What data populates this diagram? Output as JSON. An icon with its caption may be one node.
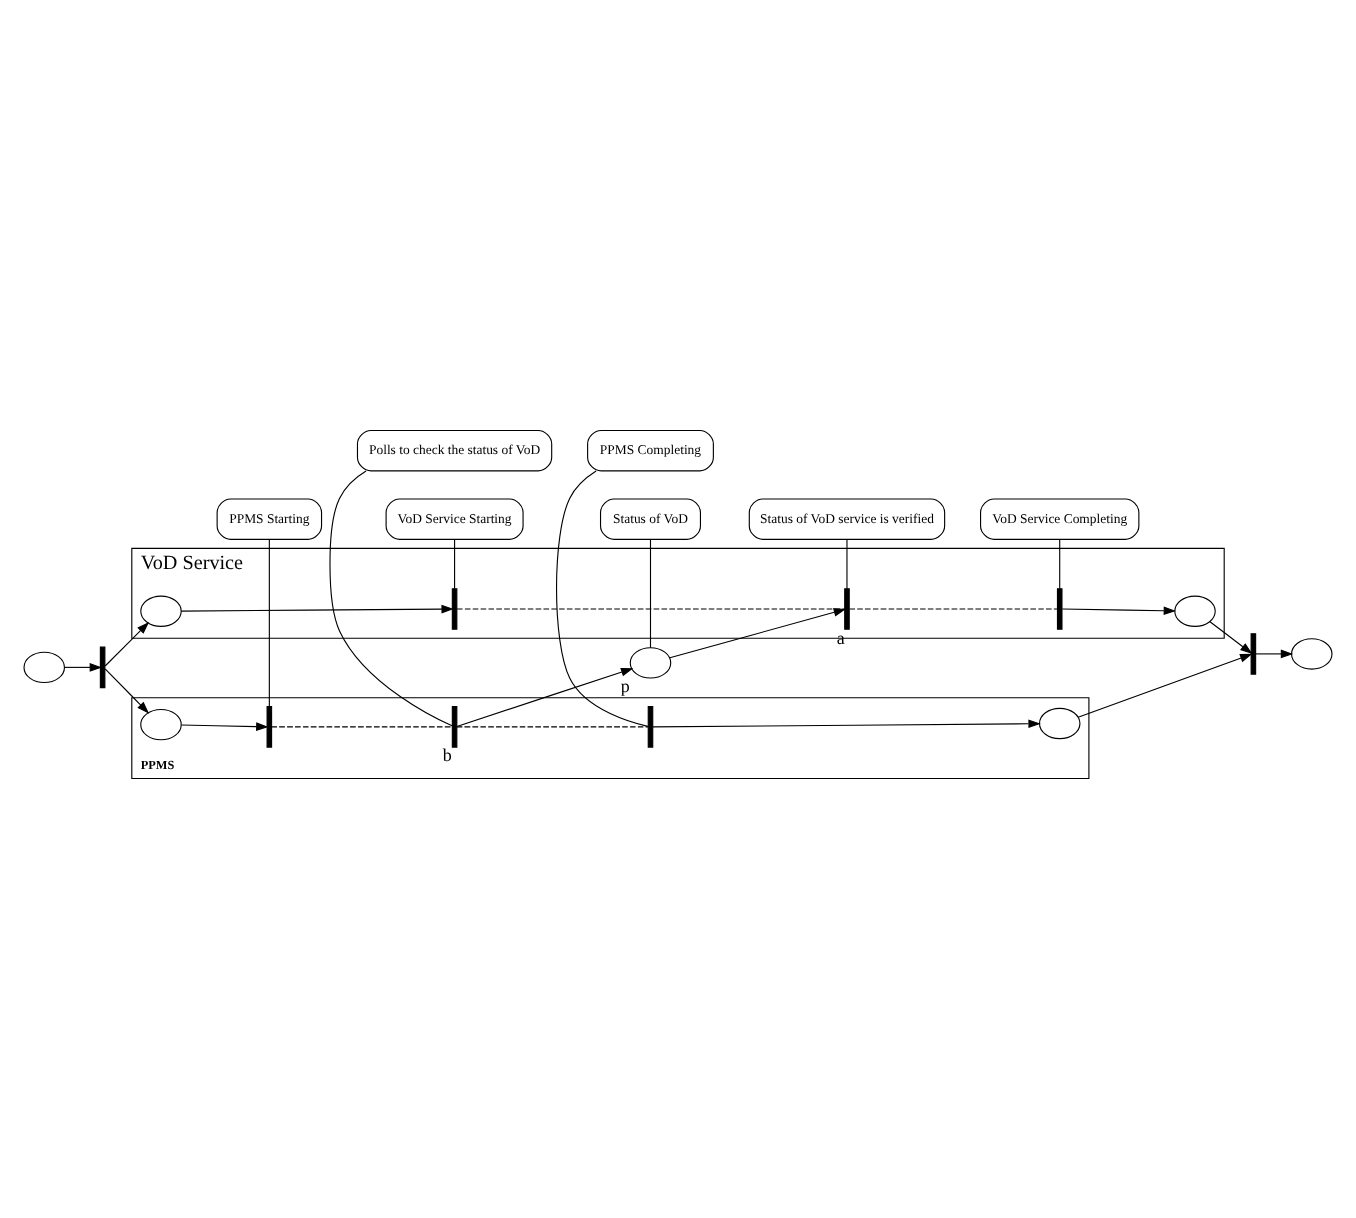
{
  "diagram": {
    "nodes": [
      {
        "text": [
          "VoD Service"
        ]
      },
      {
        "text": [],
        "shape": "circle",
        "in": 0
      },
      {
        "text": [],
        "shape": "bar",
        "in": 0
      },
      {
        "text": [],
        "shape": "bar",
        "in": 0,
        "beside": [
          "a"
        ]
      },
      {
        "text": [],
        "shape": "bar",
        "in": 0
      },
      {
        "text": [],
        "shape": "circle",
        "in": 0
      },
      {
        "text": [],
        "shape": "circle"
      },
      {
        "text": [],
        "shape": "bar"
      },
      {
        "text": [],
        "shape": "circle",
        "beside": [
          "p"
        ]
      },
      {
        "text": [],
        "shape": "bar"
      },
      {
        "text": [],
        "shape": "circle"
      },
      {
        "text": [
          "PPMS"
        ]
      },
      {
        "text": [],
        "shape": "circle",
        "in": 11
      },
      {
        "text": [],
        "shape": "bar",
        "in": 11
      },
      {
        "text": [],
        "shape": "bar",
        "in": 11,
        "beside": [
          "b"
        ]
      },
      {
        "text": [],
        "shape": "bar",
        "in": 11
      },
      {
        "text": [],
        "shape": "circle",
        "in": 11
      },
      {
        "text": [
          "VoD Service Starting"
        ]
      },
      {
        "text": [
          "Status of VoD service is verified"
        ]
      },
      {
        "text": [
          "VoD Service Completing"
        ]
      },
      {
        "text": [
          "Status of VoD"
        ]
      },
      {
        "text": [
          "PPMS Starting"
        ]
      },
      {
        "text": [
          "Polls to check the status of VoD"
        ]
      },
      {
        "text": [
          "PPMS Completing"
        ]
      }
    ],
    "edges": [
      {
        "from": 6,
        "to": 7,
        "arrow": "to"
      },
      {
        "from": 7,
        "to": 1,
        "arrow": "to"
      },
      {
        "from": 7,
        "to": 12,
        "arrow": "to"
      },
      {
        "from": 1,
        "to": 2,
        "arrow": "to"
      },
      {
        "from": 2,
        "to": 3,
        "arrow": "none",
        "style": "dashed"
      },
      {
        "from": 3,
        "to": 4,
        "arrow": "none",
        "style": "dashed"
      },
      {
        "from": 4,
        "to": 5,
        "arrow": "to"
      },
      {
        "from": 5,
        "to": 9,
        "arrow": "to"
      },
      {
        "from": 12,
        "to": 13,
        "arrow": "to"
      },
      {
        "from": 13,
        "to": 14,
        "arrow": "none",
        "style": "dashed"
      },
      {
        "from": 14,
        "to": 15,
        "arrow": "none",
        "style": "dashed"
      },
      {
        "from": 15,
        "to": 16,
        "arrow": "to"
      },
      {
        "from": 16,
        "to": 9,
        "arrow": "to"
      },
      {
        "from": 9,
        "to": 10,
        "arrow": "to"
      },
      {
        "from": 8,
        "to": 3,
        "arrow": "to"
      },
      {
        "from": 14,
        "to": 8,
        "arrow": "to"
      },
      {
        "from": 17,
        "to": 2,
        "arrow": "none"
      },
      {
        "from": 18,
        "to": 3,
        "arrow": "none"
      },
      {
        "from": 19,
        "to": 4,
        "arrow": "none"
      },
      {
        "from": 20,
        "to": 8,
        "arrow": "none"
      },
      {
        "from": 21,
        "to": 13,
        "arrow": "none"
      },
      {
        "from": 22,
        "to": 14,
        "arrow": "none"
      },
      {
        "from": 23,
        "to": 15,
        "arrow": "none"
      }
    ]
  }
}
